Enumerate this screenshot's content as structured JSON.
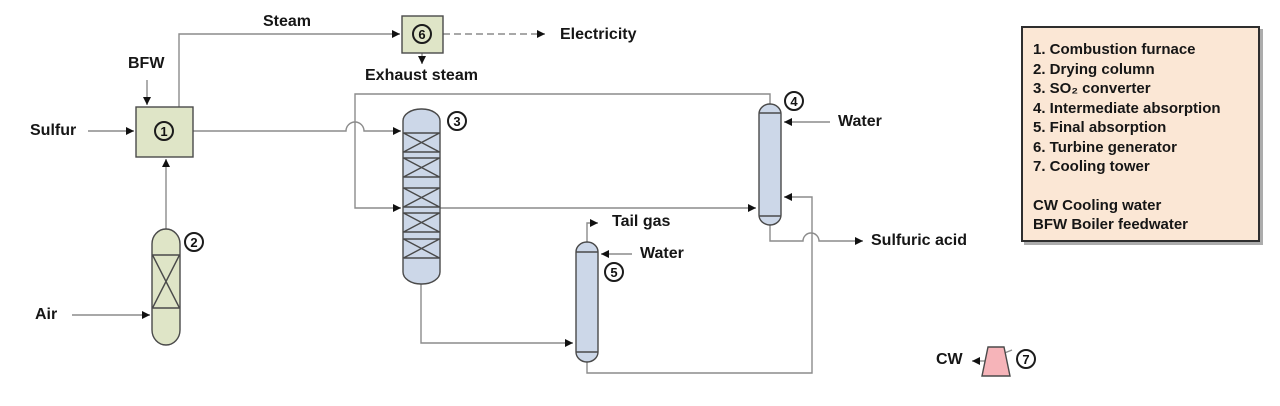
{
  "diagram": {
    "streams": {
      "sulfur": "Sulfur",
      "bfw": "BFW",
      "air": "Air",
      "steam": "Steam",
      "electricity": "Electricity",
      "exhaust_steam": "Exhaust steam",
      "water_intermediate": "Water",
      "water_final": "Water",
      "tail_gas": "Tail gas",
      "sulfuric_acid": "Sulfuric acid",
      "cw": "CW"
    },
    "units": {
      "combustion_furnace": "1",
      "drying_column": "2",
      "so2_converter": "3",
      "intermediate_absorption": "4",
      "final_absorption": "5",
      "turbine_generator": "6",
      "cooling_tower": "7"
    }
  },
  "legend": {
    "items": [
      "1. Combustion furnace",
      "2. Drying column",
      "3. SO₂ converter",
      "4. Intermediate absorption",
      "5. Final absorption",
      "6. Turbine generator",
      "7. Cooling tower"
    ],
    "abbreviations": [
      "CW Cooling water",
      "BFW Boiler feedwater"
    ]
  },
  "colors": {
    "unit_green": "#dfe5c7",
    "column_blue": "#ccd7e8",
    "tower_pink": "#f6b4b9",
    "legend_bg": "#fbe7d5",
    "line_gray": "#8c8c8c"
  }
}
